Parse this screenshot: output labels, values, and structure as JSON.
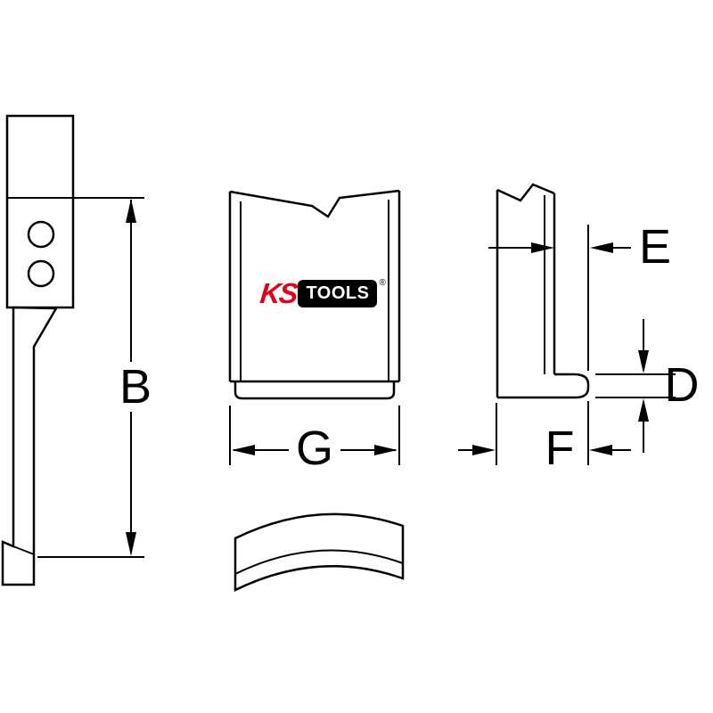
{
  "drawing": {
    "title_hint": "Technical dimension drawing of a puller leg (hook)",
    "labels": {
      "B": "B",
      "G": "G",
      "E": "E",
      "D": "D",
      "F": "F"
    },
    "logo": {
      "ks": "KS",
      "tools": "TOOLS",
      "registered": "®"
    },
    "colors": {
      "line": "#000000",
      "logo_red": "#e2001a",
      "logo_box": "#000000",
      "background": "#ffffff"
    }
  }
}
